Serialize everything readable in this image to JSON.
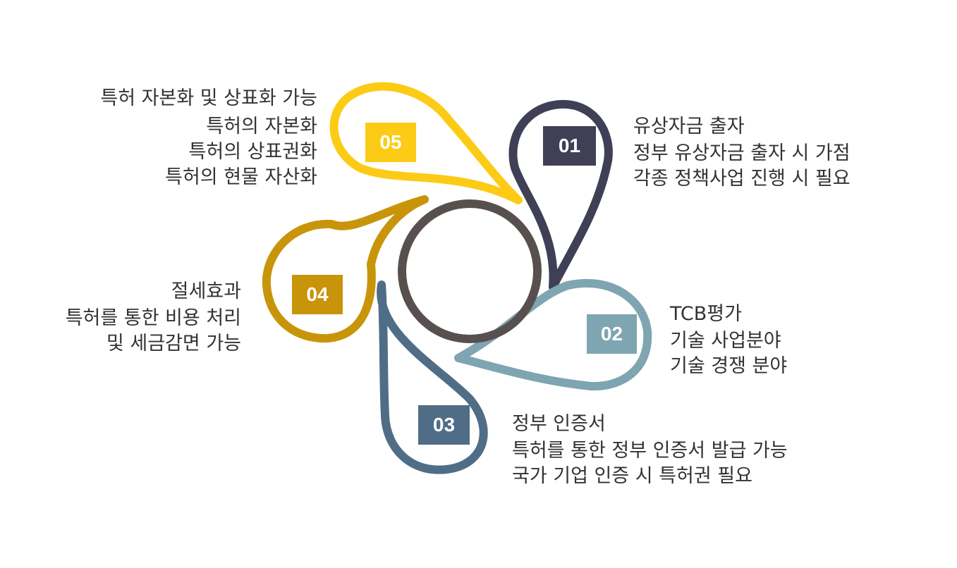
{
  "center": {
    "color": "#58504f"
  },
  "items": [
    {
      "number": "01",
      "color": "#3f3f56",
      "title": "유상자금 출자",
      "lines": [
        "정부 유상자금 출자 시 가점",
        "각종 정책사업 진행 시 필요"
      ]
    },
    {
      "number": "02",
      "color": "#7ea5b1",
      "title": "TCB평가",
      "lines": [
        "기술 사업분야",
        "기술 경쟁 분야"
      ]
    },
    {
      "number": "03",
      "color": "#4f6d86",
      "title": "정부 인증서",
      "lines": [
        "특허를 통한 정부 인증서 발급 가능",
        "국가 기업 인증 시 특허권 필요"
      ]
    },
    {
      "number": "04",
      "color": "#c8950a",
      "title": "절세효과",
      "lines": [
        "특허를 통한 비용 처리",
        "및 세금감면 가능"
      ]
    },
    {
      "number": "05",
      "color": "#fccb15",
      "title": "특허 자본화 및 상표화 가능",
      "lines": [
        "특허의 자본화",
        "특허의 상표권화",
        "특허의 현물 자산화"
      ]
    }
  ]
}
